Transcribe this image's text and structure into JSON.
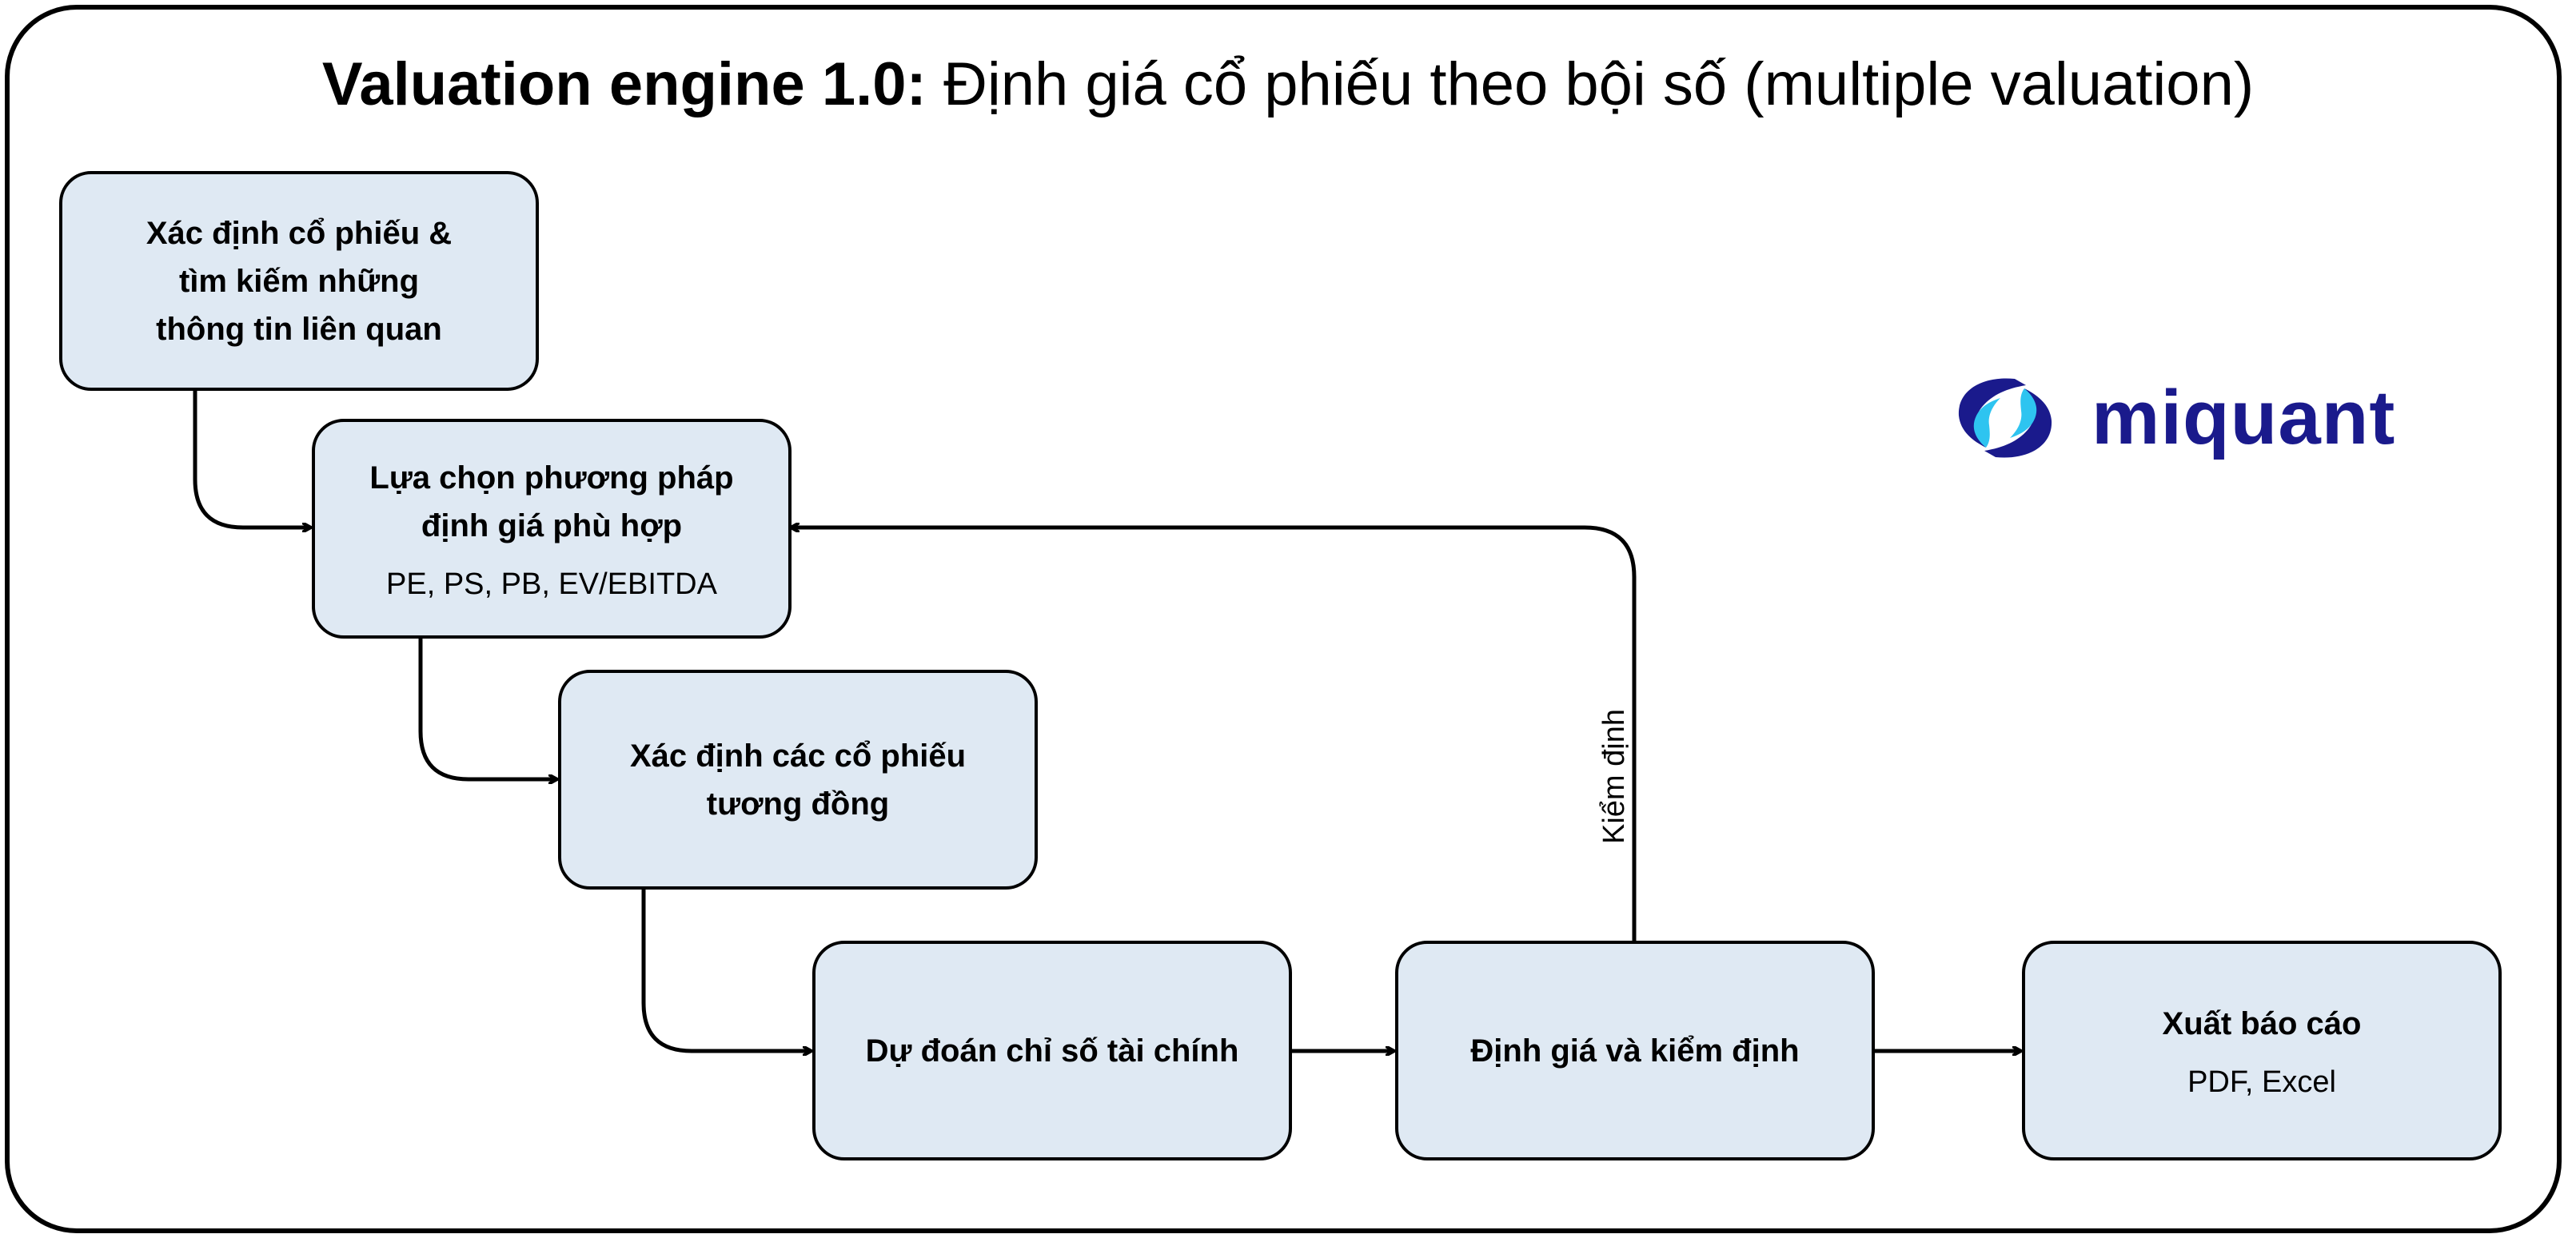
{
  "title": {
    "bold_part": "Valuation engine 1.0:",
    "regular_part": " Định giá cổ phiếu theo bội số (multiple valuation)"
  },
  "logo": {
    "text": "miquant",
    "color": "#1a1a8c",
    "accent": "#2ec4f0"
  },
  "boxes": {
    "step1": {
      "label": "Xác định cổ phiếu &\ntìm kiếm những\nthông tin liên quan"
    },
    "step2": {
      "label": "Lựa chọn phương pháp\nđịnh giá phù hợp",
      "sub": "PE, PS, PB, EV/EBITDA"
    },
    "step3": {
      "label": "Xác định các cổ phiếu\ntương đồng"
    },
    "step4": {
      "label": "Dự đoán chỉ số tài chính"
    },
    "step5": {
      "label": "Định giá và kiểm định"
    },
    "step6": {
      "label": "Xuất báo cáo",
      "sub": "PDF, Excel"
    }
  },
  "edges": {
    "validate_label": "Kiểm định"
  },
  "colors": {
    "box_fill": "#dfe9f3",
    "stroke": "#000000"
  }
}
